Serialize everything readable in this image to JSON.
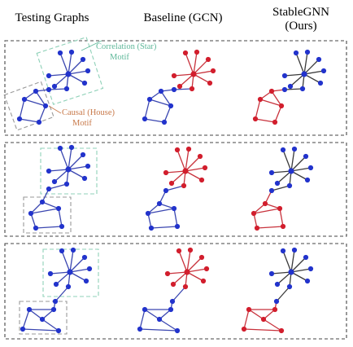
{
  "headers": {
    "testing": "Testing Graphs",
    "baseline": "Baseline (GCN)",
    "stable_line1": "StableGNN",
    "stable_line2": "(Ours)"
  },
  "annotations": {
    "correlation_line1": "Correlation (Star)",
    "correlation_line2": "Motif",
    "causal_line1": "Causal (House)",
    "causal_line2": "Motif"
  },
  "colors": {
    "blue_node": "#2233cc",
    "red_node": "#d21e2d",
    "green_label": "#5fb89a",
    "orange_label": "#c8794a"
  }
}
